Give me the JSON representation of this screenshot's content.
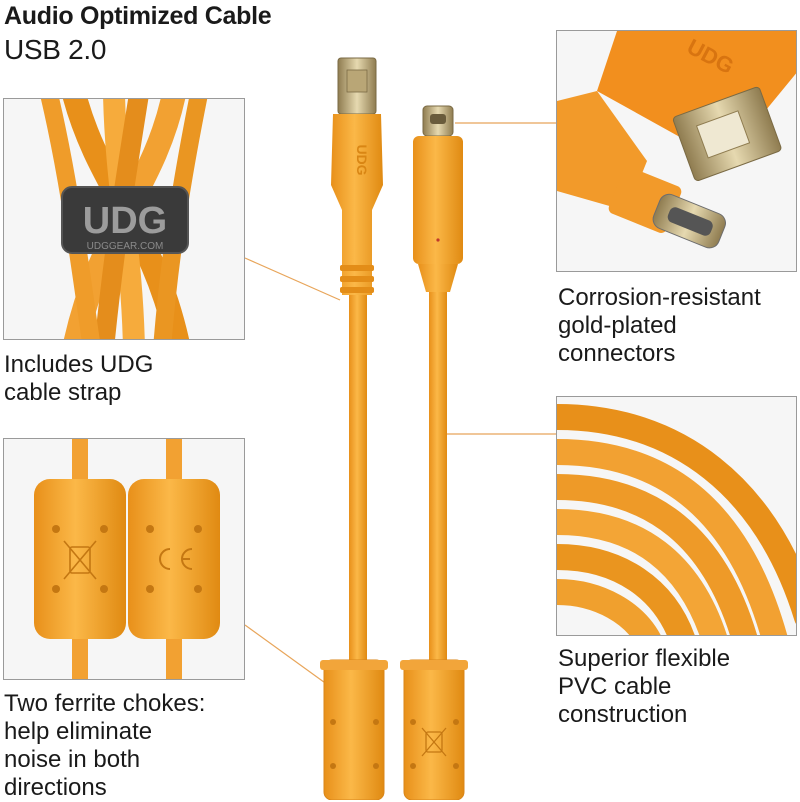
{
  "header": {
    "title": "Audio Optimized Cable",
    "subtitle": "USB 2.0"
  },
  "features": {
    "strap": {
      "lines": [
        "Includes UDG",
        "cable strap"
      ]
    },
    "connectors": {
      "lines": [
        "Corrosion-resistant",
        "gold-plated",
        "connectors"
      ]
    },
    "chokes": {
      "lines": [
        "Two ferrite chokes:",
        "help eliminate",
        "noise in both",
        "directions"
      ]
    },
    "pvc": {
      "lines": [
        "Superior flexible",
        "PVC cable",
        "construction"
      ]
    }
  },
  "branding": {
    "strap_logo": "UDG",
    "strap_url": "UDGGEAR.COM",
    "connector_logo": "UDG",
    "plug_logo": "UDG"
  },
  "colors": {
    "cable_orange": "#f5a32a",
    "cable_shade": "#e08a12",
    "gold": "#c9b27a",
    "strap": "#3a3a3a",
    "text": "#1a1a1a",
    "frame": "#9a9a9a"
  }
}
